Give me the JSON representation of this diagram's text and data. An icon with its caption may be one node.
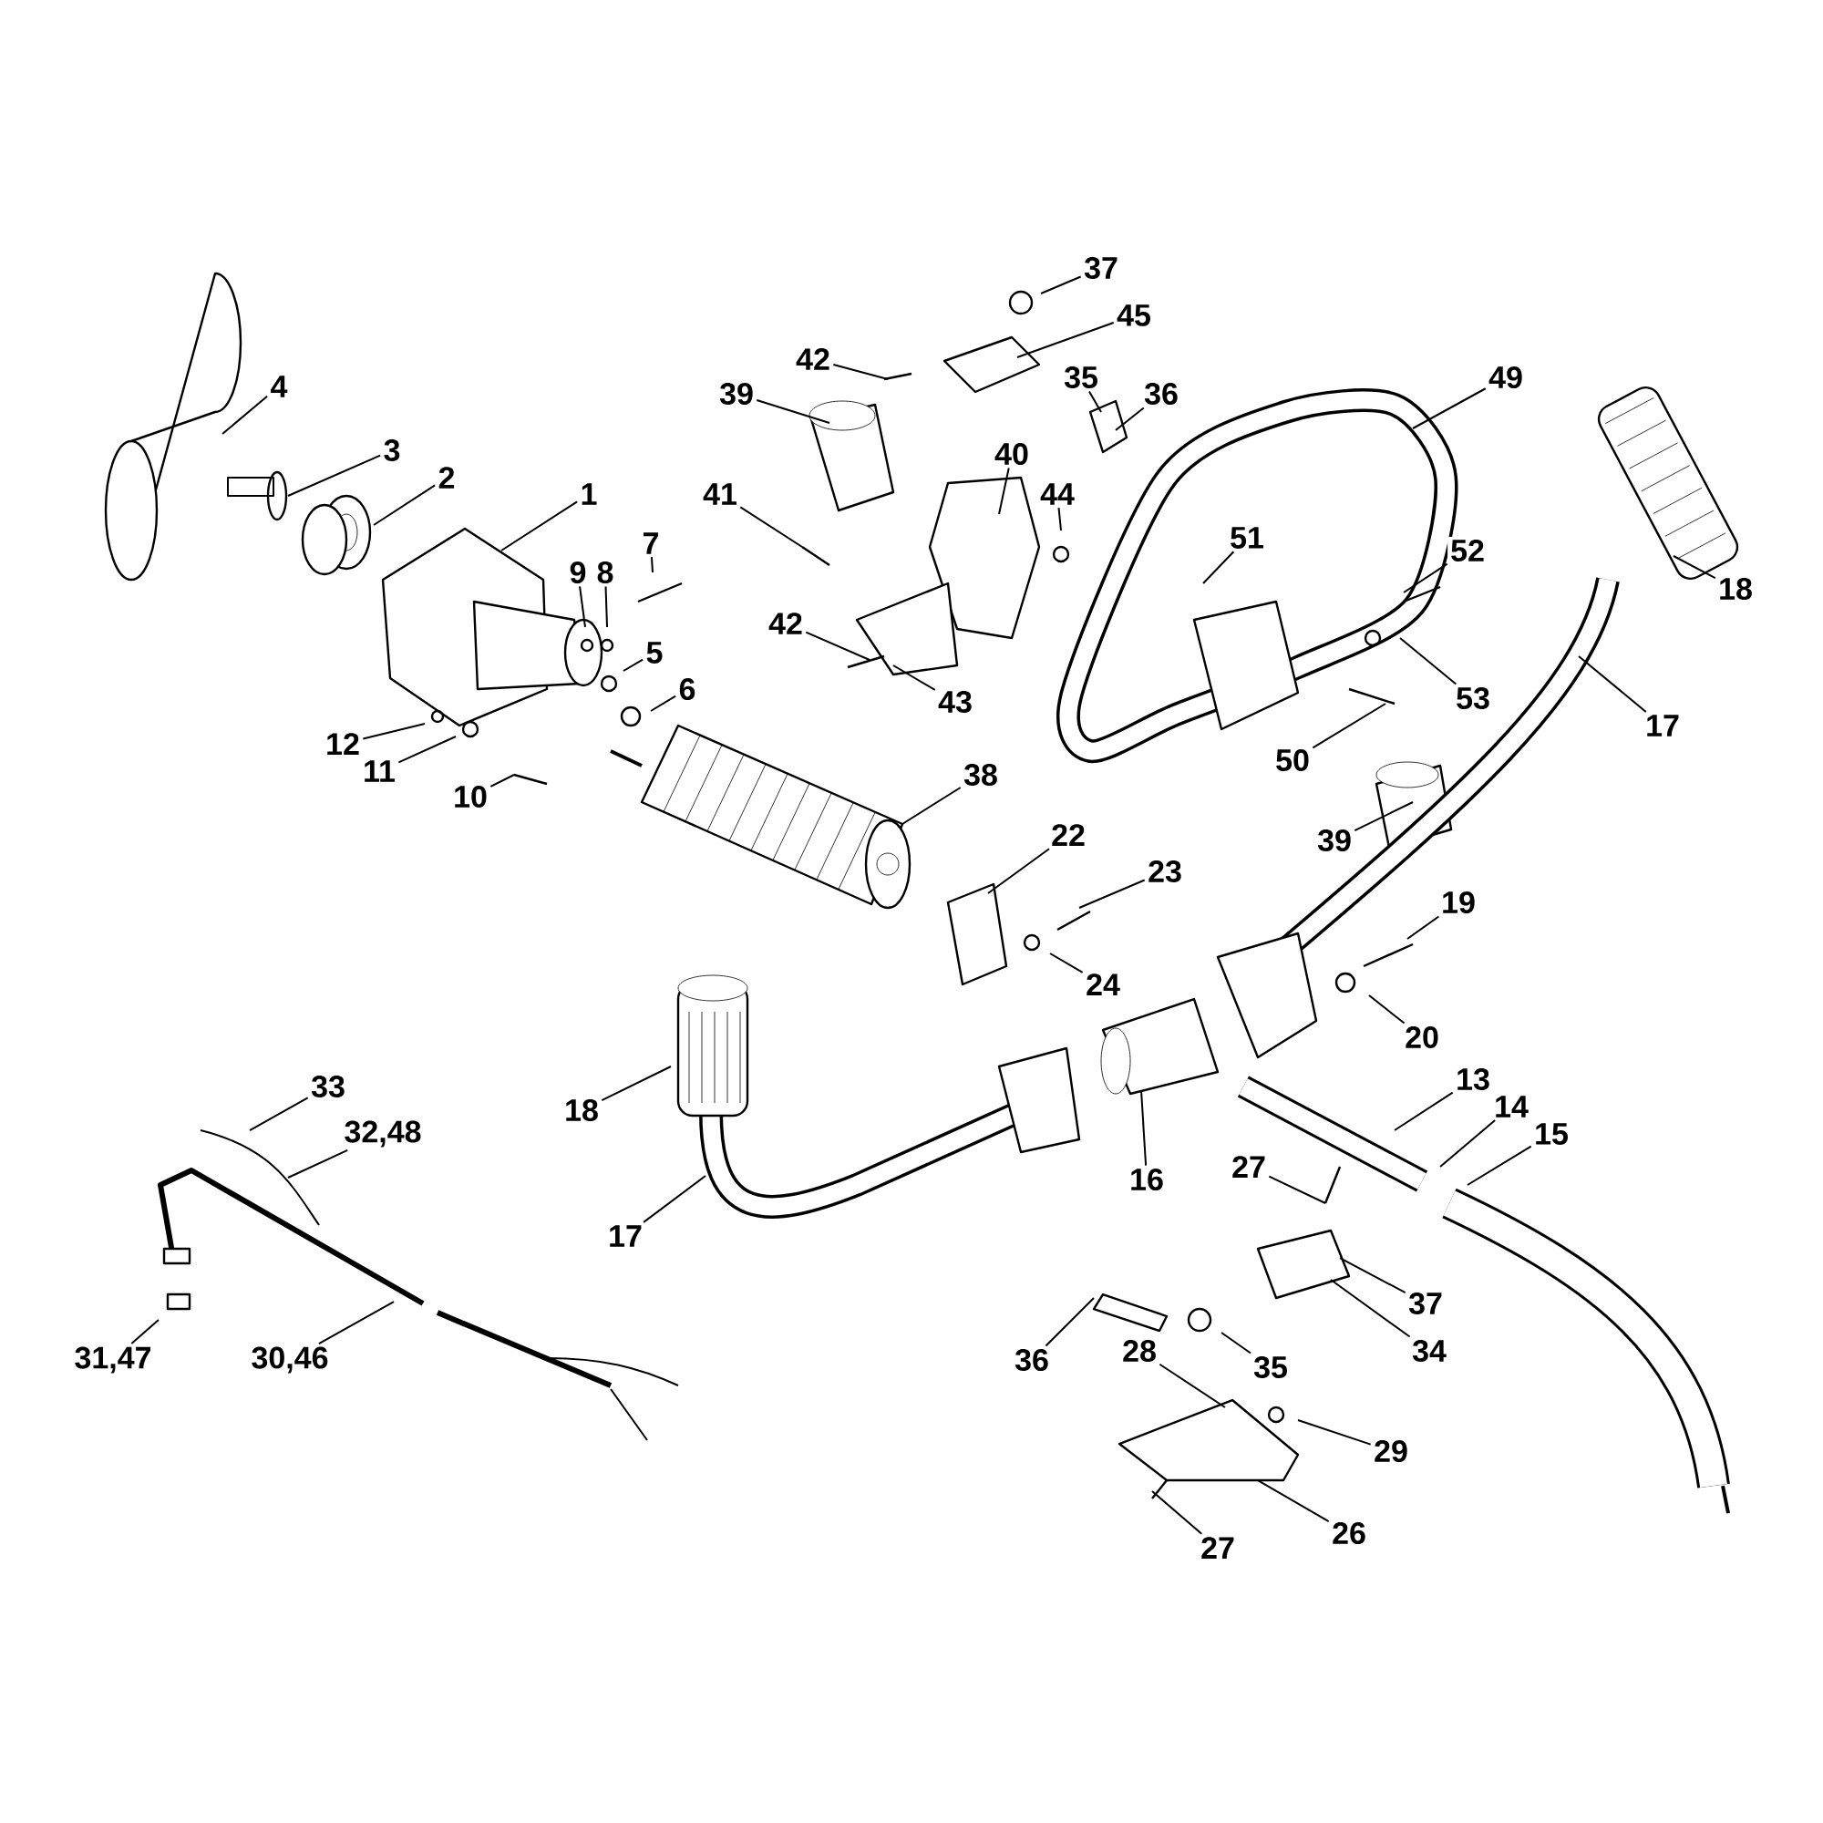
{
  "diagram": {
    "nodes": [
      {
        "text": [
          "4"
        ]
      },
      {
        "text": [
          "3"
        ]
      },
      {
        "text": [
          "2"
        ]
      },
      {
        "text": [
          "1"
        ]
      },
      {
        "text": [
          "9"
        ]
      },
      {
        "text": [
          "8"
        ]
      },
      {
        "text": [
          "7"
        ]
      },
      {
        "text": [
          "5"
        ]
      },
      {
        "text": [
          "6"
        ]
      },
      {
        "text": [
          "12"
        ]
      },
      {
        "text": [
          "11"
        ]
      },
      {
        "text": [
          "10"
        ]
      },
      {
        "text": [
          "38"
        ]
      },
      {
        "text": [
          "22"
        ]
      },
      {
        "text": [
          "23"
        ]
      },
      {
        "text": [
          "24"
        ]
      },
      {
        "text": [
          "37"
        ]
      },
      {
        "text": [
          "45"
        ]
      },
      {
        "text": [
          "42"
        ]
      },
      {
        "text": [
          "39"
        ]
      },
      {
        "text": [
          "35"
        ]
      },
      {
        "text": [
          "36"
        ]
      },
      {
        "text": [
          "40"
        ]
      },
      {
        "text": [
          "41"
        ]
      },
      {
        "text": [
          "44"
        ]
      },
      {
        "text": [
          "42"
        ]
      },
      {
        "text": [
          "43"
        ]
      },
      {
        "text": [
          "49"
        ]
      },
      {
        "text": [
          "51"
        ]
      },
      {
        "text": [
          "52"
        ]
      },
      {
        "text": [
          "18"
        ]
      },
      {
        "text": [
          "53"
        ]
      },
      {
        "text": [
          "50"
        ]
      },
      {
        "text": [
          "39"
        ]
      },
      {
        "text": [
          "17"
        ]
      },
      {
        "text": [
          "19"
        ]
      },
      {
        "text": [
          "20"
        ]
      },
      {
        "text": [
          "13"
        ]
      },
      {
        "text": [
          "14"
        ]
      },
      {
        "text": [
          "15"
        ]
      },
      {
        "text": [
          "16"
        ]
      },
      {
        "text": [
          "18"
        ]
      },
      {
        "text": [
          "17"
        ]
      },
      {
        "text": [
          "33"
        ]
      },
      {
        "text": [
          "32,48"
        ]
      },
      {
        "text": [
          "31,47"
        ]
      },
      {
        "text": [
          "30,46"
        ]
      },
      {
        "text": [
          "27"
        ]
      },
      {
        "text": [
          "37"
        ]
      },
      {
        "text": [
          "34"
        ]
      },
      {
        "text": [
          "36"
        ]
      },
      {
        "text": [
          "35"
        ]
      },
      {
        "text": [
          "28"
        ]
      },
      {
        "text": [
          "29"
        ]
      },
      {
        "text": [
          "26"
        ]
      },
      {
        "text": [
          "27"
        ]
      }
    ],
    "edges": [
      {
        "from": 0,
        "to": null,
        "arrow": "none"
      },
      {
        "from": 1,
        "to": null,
        "arrow": "none"
      },
      {
        "from": 2,
        "to": null,
        "arrow": "none"
      },
      {
        "from": 3,
        "to": null,
        "arrow": "none"
      },
      {
        "from": 4,
        "to": null,
        "arrow": "none"
      },
      {
        "from": 5,
        "to": null,
        "arrow": "none"
      },
      {
        "from": 6,
        "to": null,
        "arrow": "none"
      },
      {
        "from": 7,
        "to": null,
        "arrow": "none"
      },
      {
        "from": 8,
        "to": null,
        "arrow": "none"
      },
      {
        "from": 9,
        "to": null,
        "arrow": "none"
      },
      {
        "from": 10,
        "to": null,
        "arrow": "none"
      },
      {
        "from": 11,
        "to": null,
        "arrow": "none"
      },
      {
        "from": 12,
        "to": null,
        "arrow": "none"
      },
      {
        "from": 13,
        "to": null,
        "arrow": "none"
      },
      {
        "from": 14,
        "to": null,
        "arrow": "none"
      },
      {
        "from": 15,
        "to": null,
        "arrow": "none"
      },
      {
        "from": 16,
        "to": null,
        "arrow": "none"
      },
      {
        "from": 17,
        "to": null,
        "arrow": "none"
      },
      {
        "from": 18,
        "to": null,
        "arrow": "none"
      },
      {
        "from": 19,
        "to": null,
        "arrow": "none"
      },
      {
        "from": 20,
        "to": null,
        "arrow": "none"
      },
      {
        "from": 21,
        "to": null,
        "arrow": "none"
      },
      {
        "from": 22,
        "to": null,
        "arrow": "none"
      },
      {
        "from": 23,
        "to": null,
        "arrow": "none"
      },
      {
        "from": 24,
        "to": null,
        "arrow": "none"
      },
      {
        "from": 25,
        "to": null,
        "arrow": "none"
      },
      {
        "from": 26,
        "to": null,
        "arrow": "none"
      },
      {
        "from": 27,
        "to": null,
        "arrow": "none"
      },
      {
        "from": 28,
        "to": null,
        "arrow": "none"
      },
      {
        "from": 29,
        "to": null,
        "arrow": "none"
      },
      {
        "from": 30,
        "to": null,
        "arrow": "none"
      },
      {
        "from": 31,
        "to": null,
        "arrow": "none"
      },
      {
        "from": 32,
        "to": null,
        "arrow": "none"
      },
      {
        "from": 33,
        "to": null,
        "arrow": "none"
      },
      {
        "from": 34,
        "to": null,
        "arrow": "none"
      },
      {
        "from": 35,
        "to": null,
        "arrow": "none"
      },
      {
        "from": 36,
        "to": null,
        "arrow": "none"
      },
      {
        "from": 37,
        "to": null,
        "arrow": "none"
      },
      {
        "from": 38,
        "to": null,
        "arrow": "none"
      },
      {
        "from": 39,
        "to": null,
        "arrow": "none"
      },
      {
        "from": 40,
        "to": null,
        "arrow": "none"
      },
      {
        "from": 41,
        "to": null,
        "arrow": "none"
      },
      {
        "from": 42,
        "to": null,
        "arrow": "none"
      },
      {
        "from": 43,
        "to": null,
        "arrow": "none"
      },
      {
        "from": 44,
        "to": null,
        "arrow": "none"
      },
      {
        "from": 45,
        "to": null,
        "arrow": "none"
      },
      {
        "from": 46,
        "to": null,
        "arrow": "none"
      },
      {
        "from": 47,
        "to": null,
        "arrow": "none"
      },
      {
        "from": 48,
        "to": null,
        "arrow": "none"
      },
      {
        "from": 49,
        "to": null,
        "arrow": "none"
      },
      {
        "from": 50,
        "to": null,
        "arrow": "none"
      },
      {
        "from": 51,
        "to": null,
        "arrow": "none"
      },
      {
        "from": 52,
        "to": null,
        "arrow": "none"
      },
      {
        "from": 53,
        "to": null,
        "arrow": "none"
      },
      {
        "from": 54,
        "to": null,
        "arrow": "none"
      },
      {
        "from": 55,
        "to": null,
        "arrow": "none"
      }
    ]
  }
}
